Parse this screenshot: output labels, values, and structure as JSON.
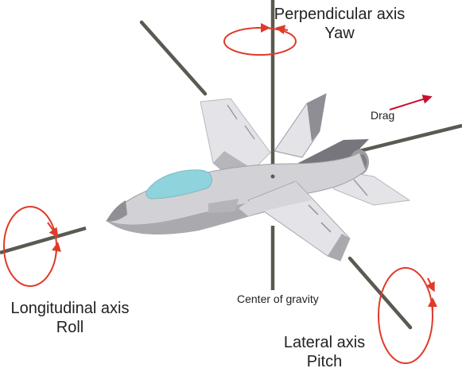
{
  "labels": {
    "perpendicular_axis": "Perpendicular axis",
    "yaw": "Yaw",
    "drag": "Drag",
    "longitudinal_axis": "Longitudinal axis",
    "roll": "Roll",
    "center_of_gravity": "Center of gravity",
    "lateral_axis": "Lateral axis",
    "pitch": "Pitch"
  },
  "colors": {
    "axis": "#5a5a52",
    "rotation_arrow": "#e03a2a",
    "drag_arrow": "#c8102e",
    "fuselage": "#d2d2d6",
    "fuselage_shadow": "#a9a9ae",
    "wing": "#e4e4e8",
    "canopy": "#8fd3dd"
  }
}
